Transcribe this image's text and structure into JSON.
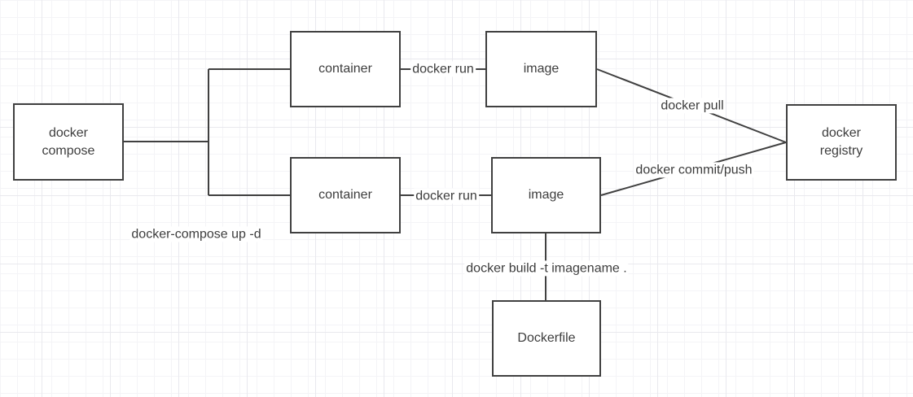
{
  "canvas": {
    "background": "#ffffff",
    "grid_minor_color": "#f4f4f7",
    "grid_major_color": "#e9e9ee",
    "stroke_color": "#404040",
    "text_color": "#3d3d3d",
    "node_fill": "#ffffff"
  },
  "nodes": {
    "docker_compose": {
      "label": "docker\ncompose"
    },
    "container_top": {
      "label": "container"
    },
    "image_top": {
      "label": "image"
    },
    "container_bottom": {
      "label": "container"
    },
    "image_bottom": {
      "label": "image"
    },
    "docker_registry": {
      "label": "docker\nregistry"
    },
    "dockerfile": {
      "label": "Dockerfile"
    }
  },
  "edge_labels": {
    "docker_run_top": "docker run",
    "docker_run_bottom": "docker run",
    "docker_pull": "docker pull",
    "docker_commit_push": "docker commit/push",
    "docker_compose_up": "docker-compose up -d",
    "docker_build": "docker build -t imagename ."
  }
}
